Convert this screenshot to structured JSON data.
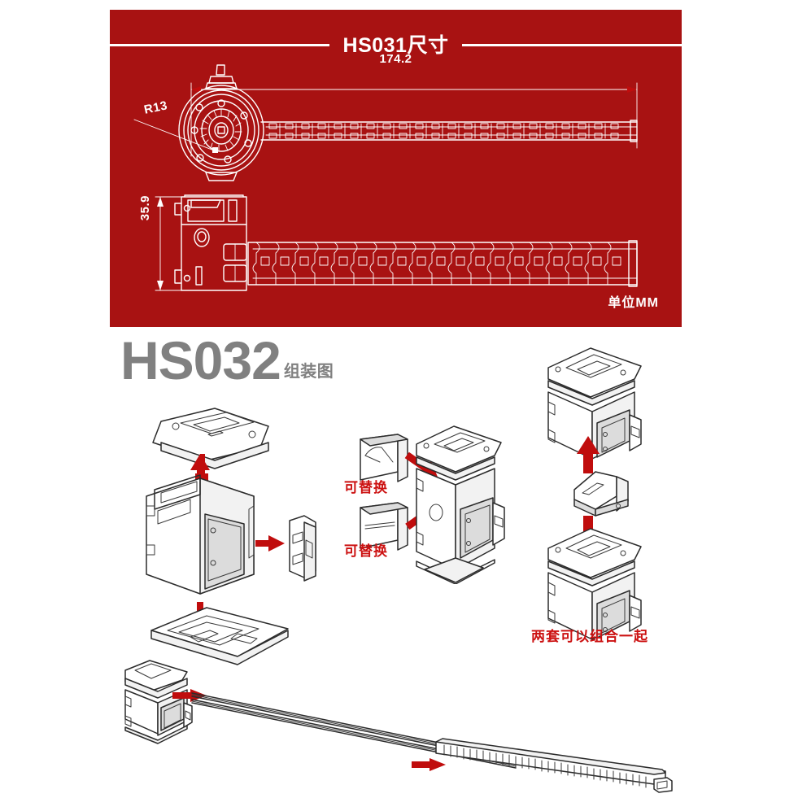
{
  "spec_panel": {
    "title": "HS031尺寸",
    "unit_label": "单位MM",
    "dimensions": {
      "length": "174.2",
      "radius": "R13",
      "height": "35.9"
    },
    "accent_color": "#a81212",
    "text_color": "#ffffff"
  },
  "assembly_section": {
    "heading_main": "HS032",
    "heading_sub": "组装图",
    "heading_color": "#808080",
    "callout_color": "#cc1111",
    "callouts": {
      "replaceable_top": "可替换",
      "replaceable_bottom": "可替换",
      "combine_two_sets": "两套可以组合一起"
    }
  }
}
